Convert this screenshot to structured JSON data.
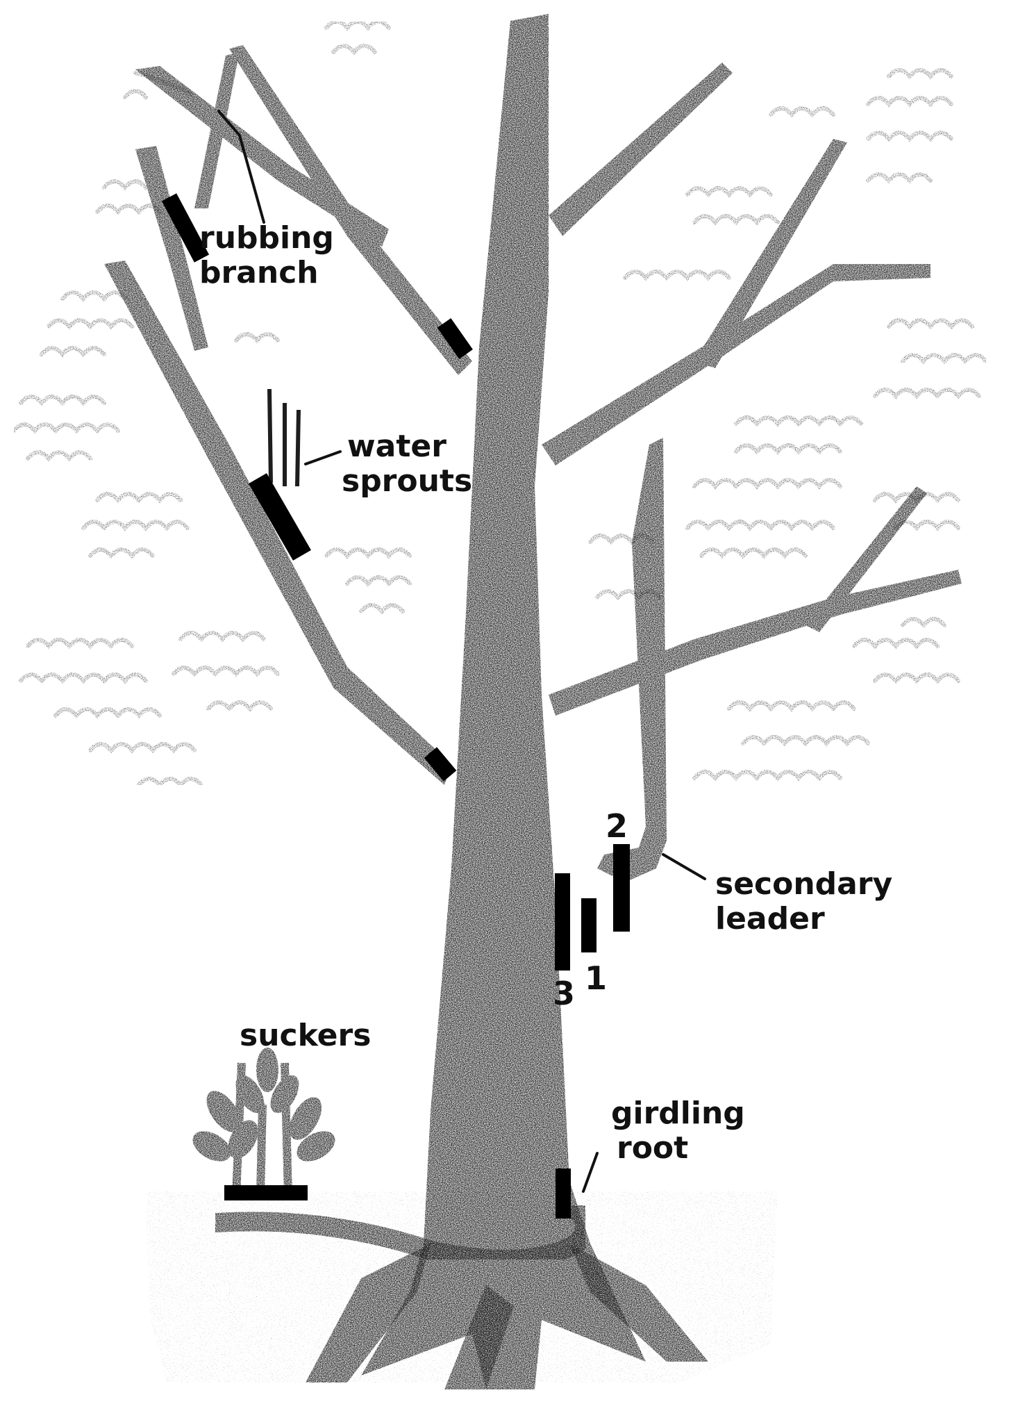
{
  "labels": {
    "rubbing_branch_line1": "rubbing",
    "rubbing_branch_line2": "branch",
    "water_sprouts_line1": "water",
    "water_sprouts_line2": "sprouts",
    "secondary_leader_line1": "secondary",
    "secondary_leader_line2": "leader",
    "suckers": "suckers",
    "girdling_root_line1": "girdling",
    "girdling_root_line2": "root"
  },
  "cut_numbers": {
    "cut_1": "1",
    "cut_2": "2",
    "cut_3": "3"
  },
  "colors": {
    "ink": "#111111",
    "stipple": "#2a2a2a",
    "cut_mark": "#000000",
    "background": "#ffffff"
  }
}
